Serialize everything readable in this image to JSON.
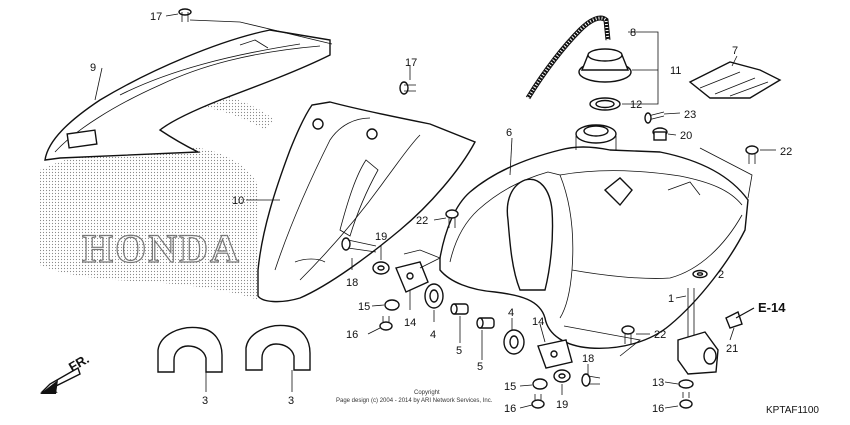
{
  "parts": [
    {
      "num": "17",
      "name": "bolt-17-top"
    },
    {
      "num": "9",
      "name": "shroud-9"
    },
    {
      "num": "17",
      "name": "bolt-17-mid"
    },
    {
      "num": "10",
      "name": "shroud-10"
    },
    {
      "num": "8",
      "name": "breather-tube-8"
    },
    {
      "num": "11",
      "name": "fuel-cap-11"
    },
    {
      "num": "12",
      "name": "cap-seal-12"
    },
    {
      "num": "7",
      "name": "rubber-band-7"
    },
    {
      "num": "23",
      "name": "screw-23"
    },
    {
      "num": "20",
      "name": "grommet-20"
    },
    {
      "num": "6",
      "name": "fuel-tank-6"
    },
    {
      "num": "22",
      "name": "bolt-22-right"
    },
    {
      "num": "22",
      "name": "bolt-22-left"
    },
    {
      "num": "22",
      "name": "bolt-22-bottom"
    },
    {
      "num": "2",
      "name": "washer-2"
    },
    {
      "num": "1",
      "name": "fuel-valve-1"
    },
    {
      "num": "21",
      "name": "clip-21"
    },
    {
      "num": "13",
      "name": "nut-13"
    },
    {
      "num": "16",
      "name": "bolt-16-right"
    },
    {
      "num": "19",
      "name": "washer-19-left"
    },
    {
      "num": "18",
      "name": "bolt-18-left"
    },
    {
      "num": "15",
      "name": "nut-15-left"
    },
    {
      "num": "16",
      "name": "bolt-16-left"
    },
    {
      "num": "14",
      "name": "bracket-14-left"
    },
    {
      "num": "4",
      "name": "cushion-4-left"
    },
    {
      "num": "5",
      "name": "collar-5-left"
    },
    {
      "num": "5",
      "name": "collar-5-right"
    },
    {
      "num": "4",
      "name": "cushion-4-right"
    },
    {
      "num": "14",
      "name": "bracket-14-right"
    },
    {
      "num": "18",
      "name": "bolt-18-right"
    },
    {
      "num": "15",
      "name": "nut-15-right"
    },
    {
      "num": "19",
      "name": "washer-19-right"
    },
    {
      "num": "16",
      "name": "bolt-16-bottom"
    },
    {
      "num": "3",
      "name": "rubber-3-left"
    },
    {
      "num": "3",
      "name": "rubber-3-right"
    }
  ],
  "reference": "E-14",
  "direction_label": "FR.",
  "brand_text": "HONDA",
  "copyright_line1": "Copyright",
  "copyright_line2": "Page design (c) 2004 - 2014 by ARI Network Services, Inc.",
  "diagram_code": "KPTAF1100"
}
